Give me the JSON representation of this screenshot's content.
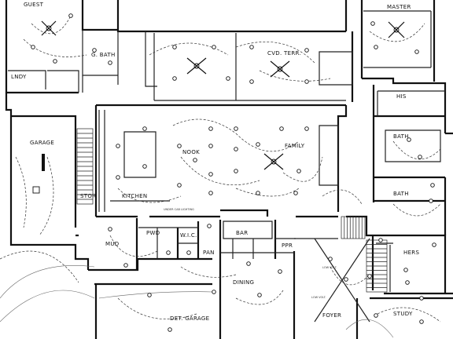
{
  "rooms": {
    "guest": "GUEST",
    "master": "MASTER",
    "g_bath": "G. BATH",
    "cvd_terr": "CVD. TERR.",
    "laundry": "LNDY",
    "his": "HIS",
    "garage": "GARAGE",
    "nook": "NOOK",
    "family": "FAMILY",
    "bath_upper": "BATH",
    "bath_lower": "BATH",
    "kitchen": "KITCHEN",
    "stor": "STOR",
    "pwd": "PWD",
    "mud": "MUD",
    "bar": "BAR",
    "wic": "W.I.C.",
    "pan": "PAN",
    "ppr": "PPR",
    "hers": "HERS",
    "dining": "DINING",
    "foyer": "FOYER",
    "study": "STUDY",
    "det_garage": "DET. GARAGE"
  },
  "notes": {
    "under_cabinet": "UNDER CAB LIGHTING",
    "foyer_note_1": "LOW VOLT.",
    "foyer_note_2": "LOW VOLT."
  },
  "icons": [
    "ceiling-fan-icon",
    "light-fixture-icon",
    "outlet-icon",
    "switch-icon"
  ]
}
